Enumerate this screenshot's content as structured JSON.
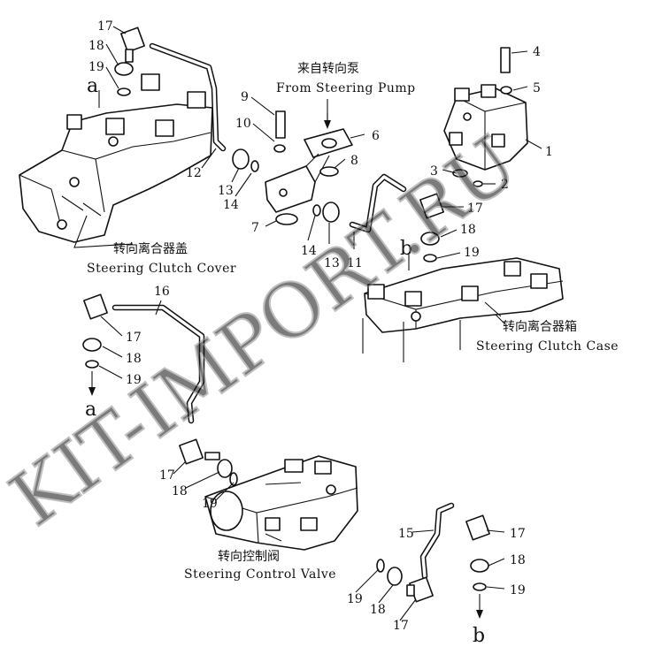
{
  "watermark": "KIT-IMPORT.RU",
  "labels": {
    "steering_pump_cn": "来自转向泵",
    "steering_pump_en": "From Steering Pump",
    "clutch_cover_cn": "转向离合器盖",
    "clutch_cover_en": "Steering Clutch Cover",
    "clutch_case_cn": "转向离合器箱",
    "clutch_case_en": "Steering Clutch Case",
    "control_valve_cn": "转向控制阀",
    "control_valve_en": "Steering Control Valve"
  },
  "connection_letters": {
    "a": "a",
    "b": "b"
  },
  "callouts": {
    "n1": "1",
    "n2": "2",
    "n3": "3",
    "n4": "4",
    "n5": "5",
    "n6": "6",
    "n7": "7",
    "n8": "8",
    "n9": "9",
    "n10": "10",
    "n11": "11",
    "n12": "12",
    "n13": "13",
    "n14": "14",
    "n15": "15",
    "n16": "16",
    "n17": "17",
    "n18": "18",
    "n19": "19"
  }
}
